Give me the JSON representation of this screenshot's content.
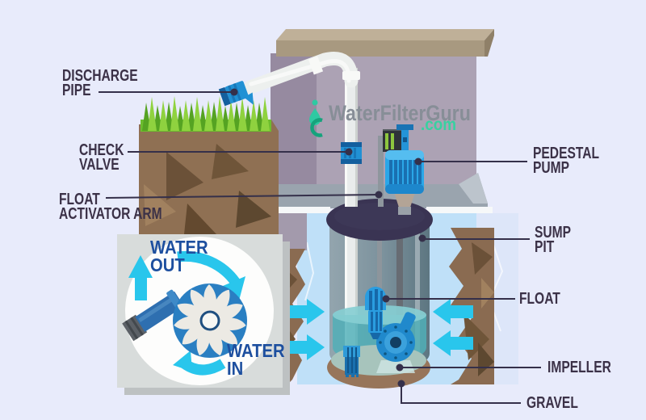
{
  "colors": {
    "background": "#e8ebfb",
    "label_text": "#3b3147",
    "leader_line": "#35304a",
    "arrow_cyan": "#29c6ec",
    "inset_text": "#1d4f9f",
    "logo_gray": "#878e97",
    "logo_teal": "#38d1a0"
  },
  "logo": {
    "brand": "WaterFilterGuru",
    "tld": ".com",
    "icon": "water-drop-icon"
  },
  "callouts": {
    "left": [
      {
        "id": "discharge-pipe",
        "lines": [
          "DISCHARGE",
          "PIPE"
        ]
      },
      {
        "id": "check-valve",
        "lines": [
          "CHECK",
          "VALVE"
        ]
      },
      {
        "id": "float-activator-arm",
        "lines": [
          "FLOAT",
          "ACTIVATOR ARM"
        ]
      }
    ],
    "right": [
      {
        "id": "pedestal-pump",
        "lines": [
          "PEDESTAL",
          "PUMP"
        ]
      },
      {
        "id": "sump-pit",
        "lines": [
          "SUMP",
          "PIT"
        ]
      },
      {
        "id": "float",
        "lines": [
          "FLOAT"
        ]
      },
      {
        "id": "impeller",
        "lines": [
          "IMPELLER"
        ]
      },
      {
        "id": "gravel",
        "lines": [
          "GRAVEL"
        ]
      }
    ]
  },
  "inset": {
    "water_out": {
      "lines": [
        "WATER",
        "OUT"
      ]
    },
    "water_in": {
      "lines": [
        "WATER",
        "IN"
      ]
    }
  }
}
